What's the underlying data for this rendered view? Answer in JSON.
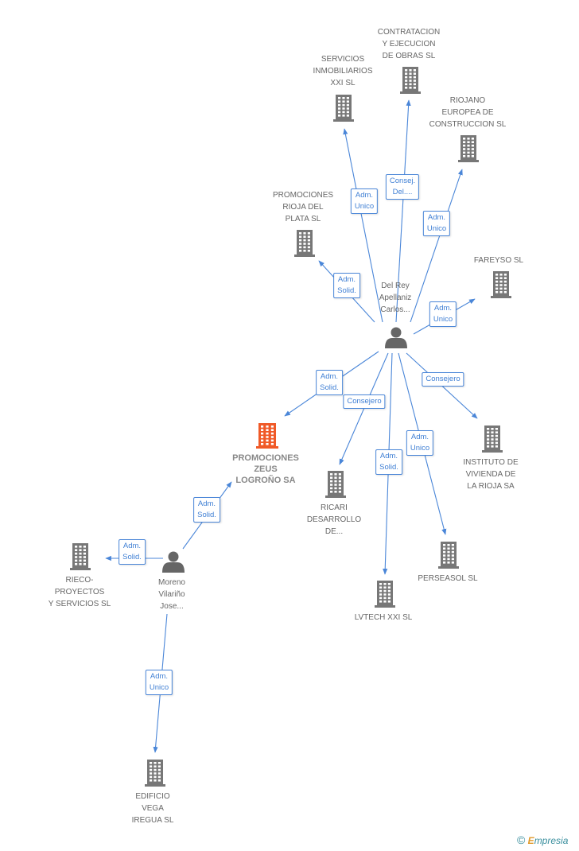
{
  "nodes": {
    "promociones_zeus": {
      "label": [
        "PROMOCIONES",
        "ZEUS",
        "LOGROÑO SA"
      ],
      "kind": "company-main"
    },
    "del_rey": {
      "label": [
        "Del Rey",
        "Apellaniz",
        "Carlos..."
      ],
      "kind": "person"
    },
    "moreno": {
      "label": [
        "Moreno",
        "Vilariño",
        "Jose..."
      ],
      "kind": "person"
    },
    "servicios_inmobiliarios": {
      "label": [
        "SERVICIOS",
        "INMOBILIARIOS",
        "XXI SL"
      ],
      "kind": "company"
    },
    "contratacion": {
      "label": [
        "CONTRATACION",
        "Y EJECUCION",
        "DE OBRAS SL"
      ],
      "kind": "company"
    },
    "riojano": {
      "label": [
        "RIOJANO",
        "EUROPEA DE",
        "CONSTRUCCION SL"
      ],
      "kind": "company"
    },
    "promociones_rioja": {
      "label": [
        "PROMOCIONES",
        "RIOJA DEL",
        "PLATA SL"
      ],
      "kind": "company"
    },
    "fareyso": {
      "label": [
        "FAREYSO SL"
      ],
      "kind": "company"
    },
    "instituto": {
      "label": [
        "INSTITUTO DE",
        "VIVIENDA DE",
        "LA RIOJA SA"
      ],
      "kind": "company"
    },
    "ricari": {
      "label": [
        "RICARI",
        "DESARROLLO",
        "DE..."
      ],
      "kind": "company"
    },
    "perseasol": {
      "label": [
        "PERSEASOL SL"
      ],
      "kind": "company"
    },
    "lvtech": {
      "label": [
        "LVTECH XXI SL"
      ],
      "kind": "company"
    },
    "rieco": {
      "label": [
        "RIECO-",
        "PROYECTOS",
        "Y SERVICIOS SL"
      ],
      "kind": "company"
    },
    "edificio": {
      "label": [
        "EDIFICIO",
        "VEGA",
        "IREGUA SL"
      ],
      "kind": "company"
    }
  },
  "edges": [
    {
      "from": "del_rey",
      "to": "servicios_inmobiliarios",
      "label": [
        "Adm.",
        "Unico"
      ]
    },
    {
      "from": "del_rey",
      "to": "contratacion",
      "label": [
        "Consej.",
        "Del...."
      ]
    },
    {
      "from": "del_rey",
      "to": "riojano",
      "label": [
        "Adm.",
        "Unico"
      ]
    },
    {
      "from": "del_rey",
      "to": "promociones_rioja",
      "label": [
        "Adm.",
        "Solid."
      ]
    },
    {
      "from": "del_rey",
      "to": "fareyso",
      "label": [
        "Adm.",
        "Unico"
      ]
    },
    {
      "from": "del_rey",
      "to": "promociones_zeus",
      "label": [
        "Adm.",
        "Solid."
      ]
    },
    {
      "from": "del_rey",
      "to": "ricari",
      "label": [
        "Consejero"
      ]
    },
    {
      "from": "del_rey",
      "to": "instituto",
      "label": [
        "Consejero"
      ]
    },
    {
      "from": "del_rey",
      "to": "perseasol",
      "label": [
        "Adm.",
        "Unico"
      ]
    },
    {
      "from": "del_rey",
      "to": "lvtech",
      "label": [
        "Adm.",
        "Solid."
      ]
    },
    {
      "from": "moreno",
      "to": "promociones_zeus",
      "label": [
        "Adm.",
        "Solid."
      ]
    },
    {
      "from": "moreno",
      "to": "rieco",
      "label": [
        "Adm.",
        "Solid."
      ]
    },
    {
      "from": "moreno",
      "to": "edificio",
      "label": [
        "Adm.",
        "Unico"
      ]
    }
  ],
  "colors": {
    "edge": "#4a86d8",
    "company_icon": "#777777",
    "main_icon": "#f05a28",
    "person_icon": "#666666"
  },
  "brand": {
    "symbol": "©",
    "initial": "E",
    "rest": "mpresia"
  }
}
